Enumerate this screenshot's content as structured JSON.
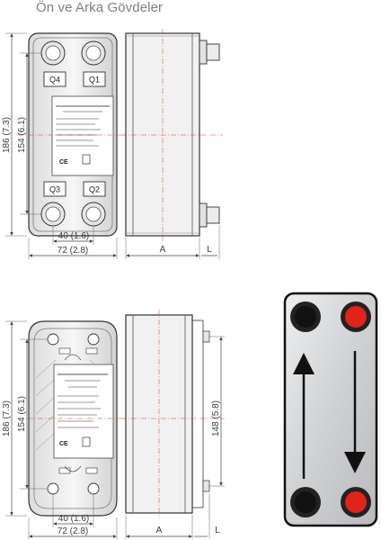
{
  "title": "Ön ve Arka Gövdeler",
  "dims": {
    "total_height": "186 (7.3)",
    "port_distance": "154 (6.1)",
    "port_width": "40 (1.6)",
    "total_width": "72 (2.8)",
    "pack_length": "A",
    "connection_length": "L",
    "rear_port_distance": "148 (5.8)"
  },
  "ports": {
    "q1": "Q1",
    "q2": "Q2",
    "q3": "Q3",
    "q4": "Q4"
  },
  "nameplate": {
    "ce_mark": "CE"
  },
  "colors": {
    "hot_port": "#e0231b",
    "cold_port": "#111111",
    "plate": "#cfd1d3"
  },
  "icons": {
    "flow_up": "arrow-up-icon",
    "flow_down": "arrow-down-icon"
  }
}
